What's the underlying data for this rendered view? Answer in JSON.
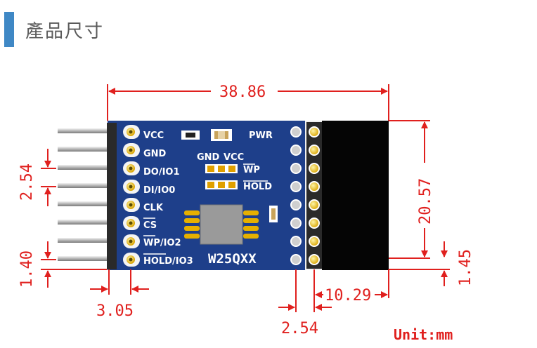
{
  "header": {
    "title": "產品尺寸"
  },
  "board": {
    "pin_labels": [
      "VCC",
      "GND",
      "DO/IO1",
      "DI/IO0",
      "CLK",
      "CS",
      "WP/IO2",
      "HOLD/IO3"
    ],
    "top_labels": {
      "gnd": "GND",
      "vcc": "VCC",
      "pwr": "PWR",
      "wp": "WP",
      "hold": "HOLD"
    },
    "chip_name": "W25QXX"
  },
  "dimensions": {
    "width": "38.86",
    "height": "20.57",
    "pitch_left": "2.54",
    "pin_offset": "1.40",
    "edge_to_pin": "3.05",
    "pitch_bottom": "2.54",
    "header_width": "10.29",
    "right_offset": "1.45"
  },
  "unit_label": "Unit:mm",
  "colors": {
    "accent": "#3f88c5",
    "dimension": "#e0201e",
    "pcb": "#1e3f8a"
  }
}
